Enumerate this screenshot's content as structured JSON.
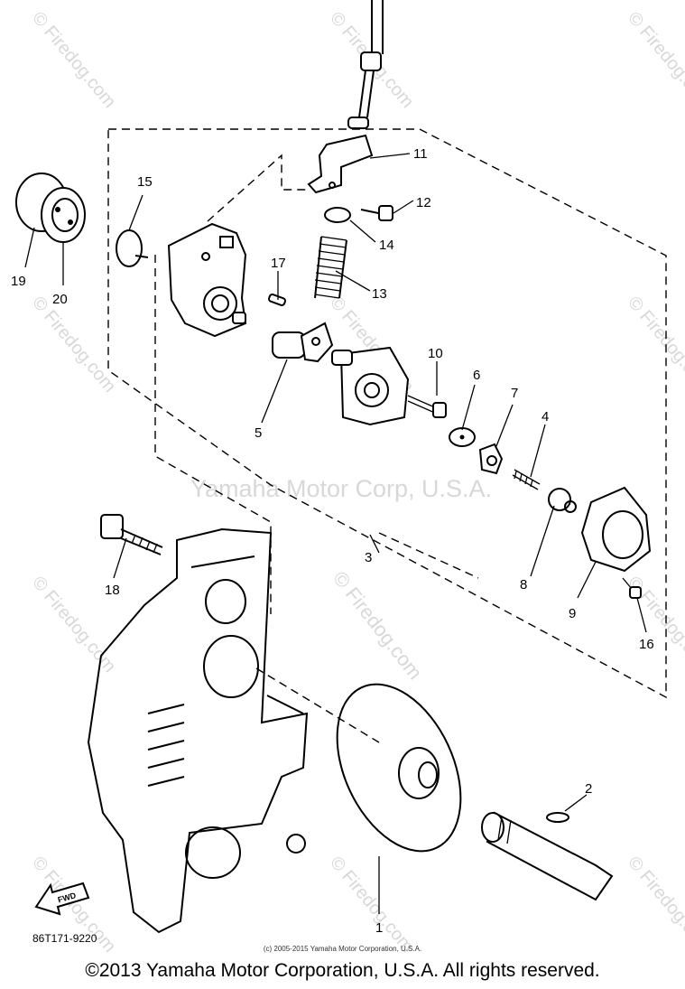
{
  "diagram": {
    "callouts": [
      "1",
      "2",
      "3",
      "4",
      "5",
      "6",
      "7",
      "8",
      "9",
      "10",
      "11",
      "12",
      "13",
      "14",
      "15",
      "16",
      "17",
      "18",
      "19",
      "20"
    ],
    "watermark_center": "Yamaha Motor Corp, U.S.A.",
    "watermark_diag": "© Firedog.com",
    "watermark_tile": "© Firedog.com",
    "arrow_label": "FWD",
    "part_code": "86T171-9220",
    "small_copyright": "(c) 2005-2015 Yamaha Motor Corporation, U.S.A."
  },
  "footer": {
    "copyright": "©2013 Yamaha Motor Corporation, U.S.A. All rights reserved."
  }
}
